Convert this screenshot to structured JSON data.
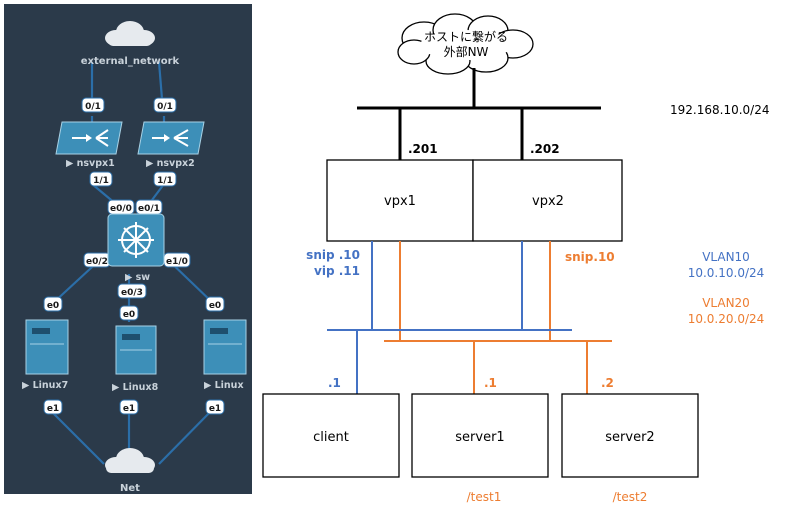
{
  "topology": {
    "external_network": "external_network",
    "net": "Net",
    "routers": [
      {
        "name": "▶ nsvpx1",
        "up_port": "0/1",
        "down_port": "1/1"
      },
      {
        "name": "▶ nsvpx2",
        "up_port": "0/1",
        "down_port": "1/1"
      }
    ],
    "switch": {
      "name": "▶ sw",
      "ports": [
        "e0/0",
        "e0/1",
        "e0/2",
        "e0/3",
        "e1/0"
      ]
    },
    "servers": [
      {
        "name": "▶ Linux7",
        "up_port": "e0",
        "down_port": "e1"
      },
      {
        "name": "▶ Linux8",
        "up_port": "e0",
        "down_port": "e1"
      },
      {
        "name": "▶ Linux",
        "up_port": "e0",
        "down_port": "e1"
      }
    ]
  },
  "logical": {
    "cloud_label_line1": "ホストに繋がる",
    "cloud_label_line2": "外部NW",
    "external_subnet": "192.168.10.0/24",
    "vpx1": {
      "name": "vpx1",
      "ip": ".201"
    },
    "vpx2": {
      "name": "vpx2",
      "ip": ".202"
    },
    "snip1": "snip .10",
    "vip1": "vip .11",
    "snip2": "snip.10",
    "vlan10": {
      "name": "VLAN10",
      "subnet": "10.0.10.0/24"
    },
    "vlan20": {
      "name": "VLAN20",
      "subnet": "10.0.20.0/24"
    },
    "hosts": [
      {
        "name": "client",
        "ip": ".1",
        "path": ""
      },
      {
        "name": "server1",
        "ip": ".1",
        "path": "/test1"
      },
      {
        "name": "server2",
        "ip": ".2",
        "path": "/test2"
      }
    ],
    "colors": {
      "vlan10": "#4472c4",
      "vlan20": "#ed7d31",
      "line": "#000000"
    }
  }
}
